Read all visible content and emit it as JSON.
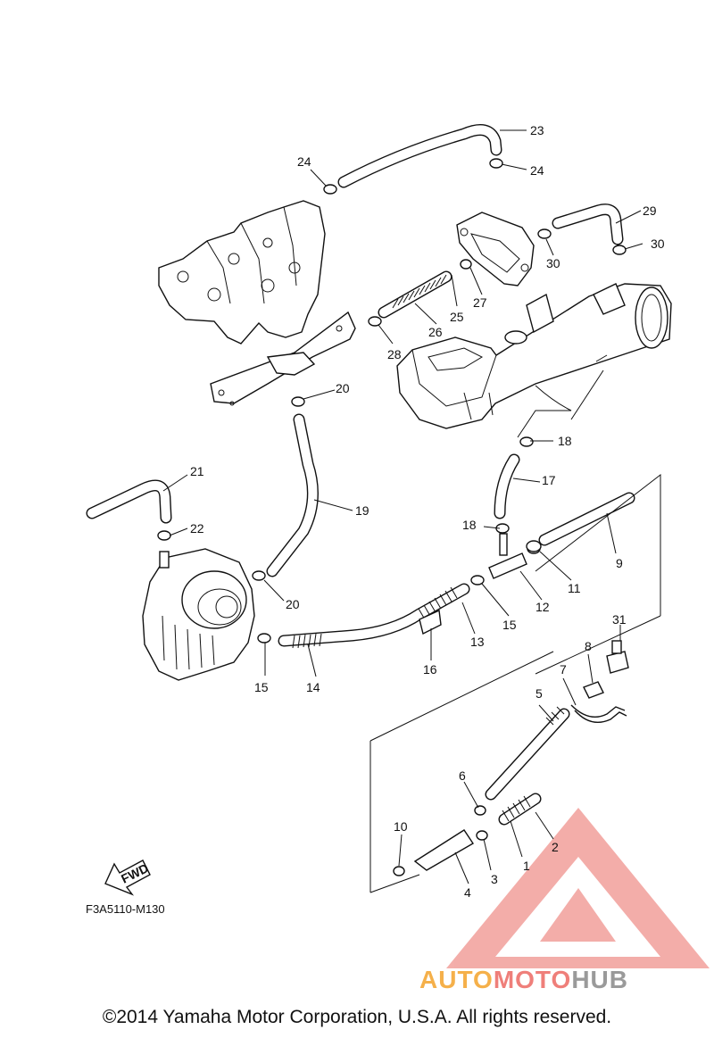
{
  "diagram": {
    "code": "F3A5110-M130",
    "fwd_label": "FWD",
    "copyright": "©2014 Yamaha Motor Corporation, U.S.A. All rights reserved.",
    "watermark": {
      "part1": "AUTO",
      "part2": "MOTO",
      "part3": "HUB",
      "colors": [
        "#f5b04a",
        "#ef7f7a",
        "#9a9a9a"
      ]
    },
    "callouts": [
      "1",
      "2",
      "3",
      "4",
      "5",
      "6",
      "7",
      "8",
      "9",
      "10",
      "11",
      "12",
      "13",
      "14",
      "15",
      "15",
      "16",
      "17",
      "18",
      "18",
      "19",
      "20",
      "20",
      "21",
      "22",
      "23",
      "24",
      "24",
      "25",
      "26",
      "27",
      "28",
      "29",
      "30",
      "30",
      "31"
    ]
  }
}
